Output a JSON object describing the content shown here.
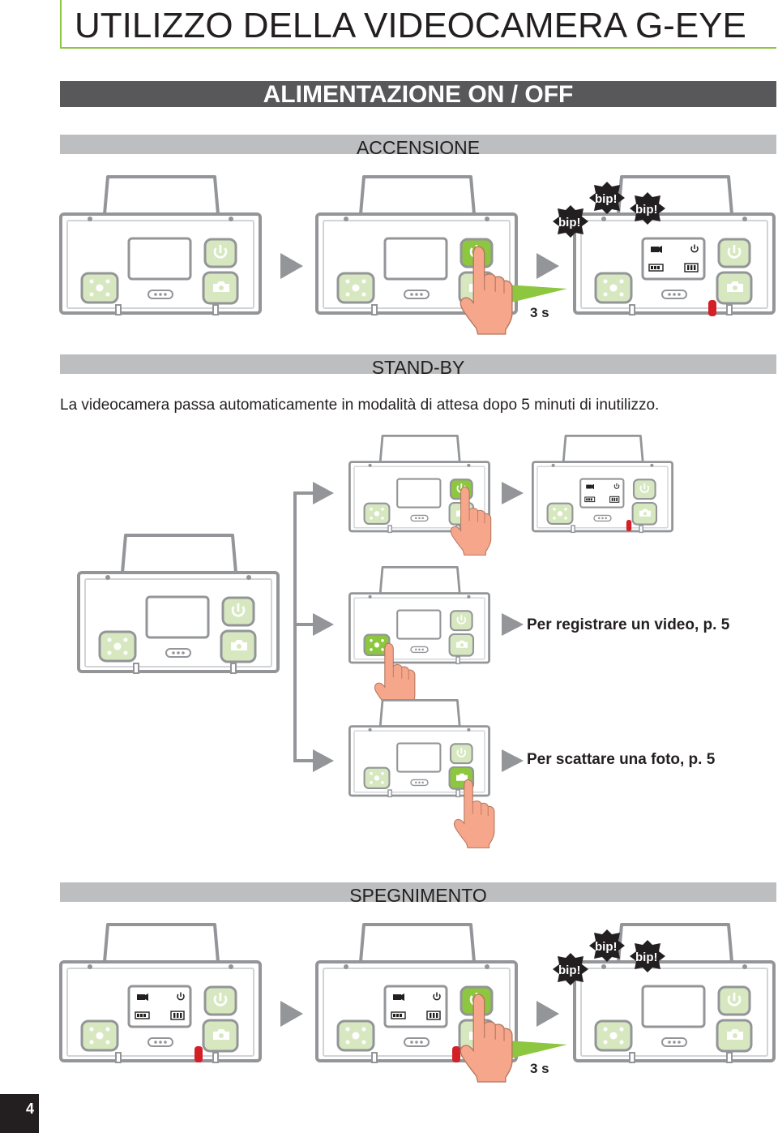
{
  "page": {
    "title": "UTILIZZO DELLA VIDEOCAMERA G-EYE",
    "page_number": "4"
  },
  "power_section": {
    "heading": "ALIMENTAZIONE ON / OFF"
  },
  "power_on": {
    "heading": "ACCENSIONE",
    "hold_duration": "3 s",
    "beep_label": "bip!"
  },
  "standby": {
    "heading": "STAND-BY",
    "description": "La videocamera passa automaticamente in modalità di attesa dopo 5 minuti di inutilizzo.",
    "video_action": "Per registrare un video, p. 5",
    "photo_action": "Per scattare una foto, p. 5"
  },
  "power_off": {
    "heading": "SPEGNIMENTO",
    "hold_duration": "3 s",
    "beep_label": "bip!"
  },
  "colors": {
    "accent_green": "#8dc63f",
    "button_green": "#d7e8c1",
    "dark_bar": "#58585a",
    "light_bar": "#bcbec0",
    "led_red": "#d32027"
  },
  "icons": [
    "power-icon",
    "camera-icon",
    "video-icon",
    "battery-icon",
    "sd-card-icon",
    "hand-pointer-icon",
    "play-arrow-icon",
    "beep-burst-icon"
  ]
}
